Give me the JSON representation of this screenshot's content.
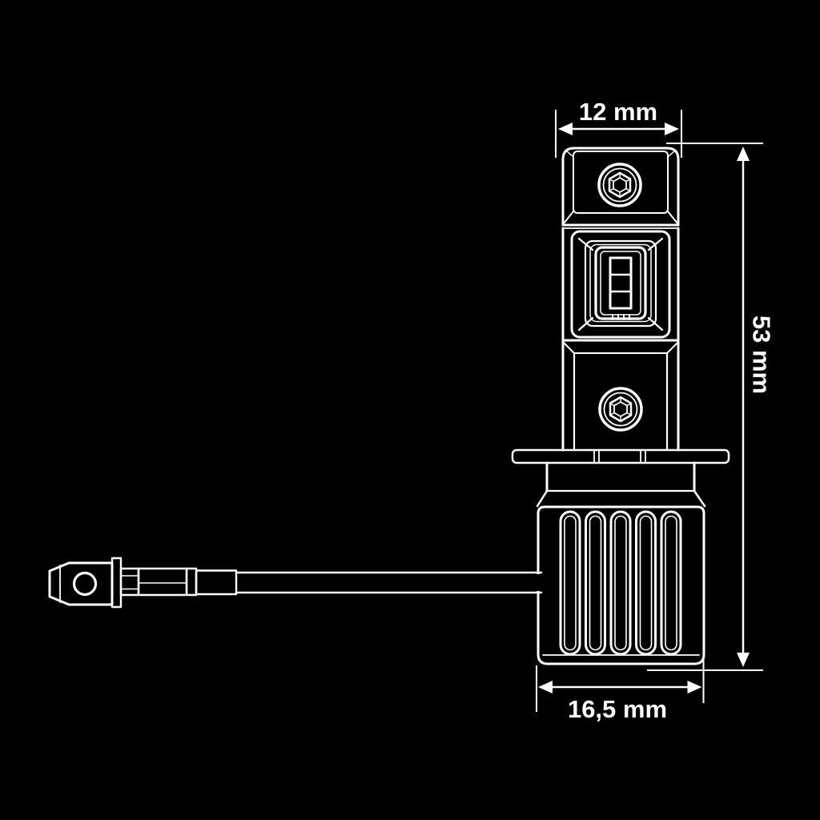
{
  "page": {
    "background": "#000000",
    "line_color": "#ffffff"
  },
  "dimensions": {
    "top_width": {
      "label": "12 mm"
    },
    "right_height": {
      "label": "53 mm"
    },
    "bottom_width": {
      "label": "16,5 mm"
    }
  }
}
